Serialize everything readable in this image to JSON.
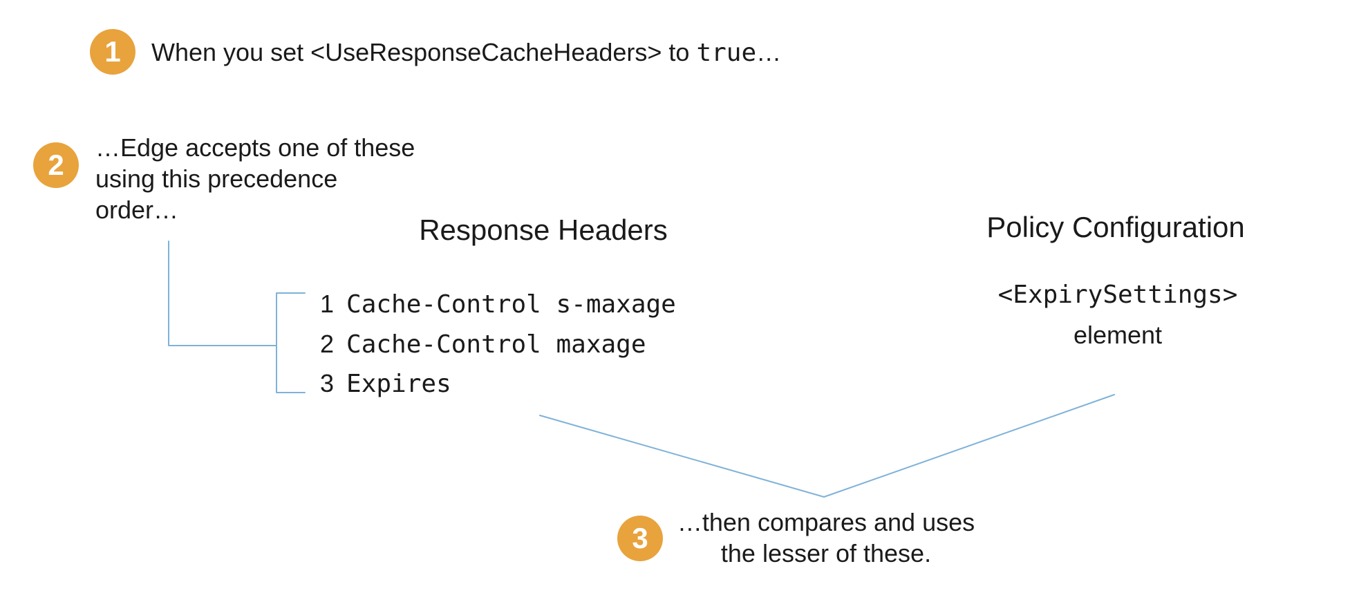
{
  "colors": {
    "circle_orange": "#E8A33D",
    "line_blue": "#7FB2D8",
    "text": "#1A1A1A"
  },
  "steps": [
    {
      "number": "1",
      "text_before": "When you set <UseResponseCacheHeaders> to ",
      "code": "true",
      "text_after": "…"
    },
    {
      "number": "2",
      "lines": [
        "…Edge accepts one of these",
        "using this precedence",
        "order…"
      ]
    },
    {
      "number": "3",
      "lines": [
        "…then compares and uses",
        "the lesser of these."
      ]
    }
  ],
  "columns": {
    "response_headers": {
      "title": "Response Headers",
      "items": [
        {
          "rank": "1",
          "label": "Cache-Control s-maxage"
        },
        {
          "rank": "2",
          "label": "Cache-Control maxage"
        },
        {
          "rank": "3",
          "label": "Expires"
        }
      ]
    },
    "policy_configuration": {
      "title": "Policy Configuration",
      "element_code": "<ExpirySettings>",
      "element_label": "element"
    }
  }
}
